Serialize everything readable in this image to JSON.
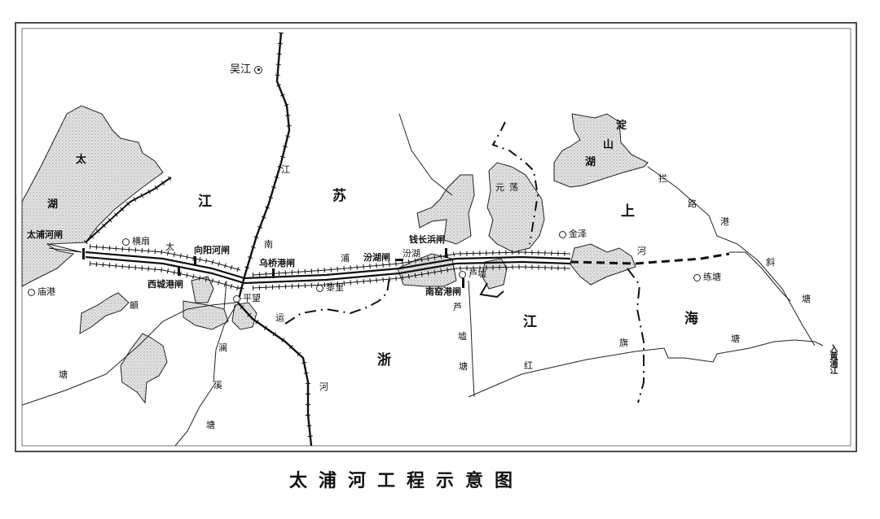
{
  "title": "太浦河工程示意图",
  "map": {
    "provinces": {
      "jiang": "江",
      "su": "苏",
      "shang": "上",
      "hai": "海",
      "zhe": "浙",
      "jiang2": "江"
    },
    "lakes": {
      "taihu": [
        "太",
        "湖"
      ],
      "dianshanhu": [
        "淀",
        "山",
        "湖"
      ],
      "yuandang": "元荡",
      "fenhu": "汾湖"
    },
    "cities": {
      "wujiang": "吴江"
    },
    "towns": {
      "hengshan": "横扇",
      "miaogang": "庙港",
      "pingwang": "平望",
      "lili": "黎里",
      "lucheng": "芦墟",
      "jinze": "金泽",
      "liantang": "练塘"
    },
    "sluices": {
      "taipuhe": "太浦河闸",
      "xiangyanghe": "向阳河闸",
      "xichenggang": "西城港闸",
      "wuqiaogang": "乌桥港闸",
      "fenhu": "汾湖闸",
      "qianchangbang": "钱长浜闸",
      "nanyaogang": "南窑港闸"
    },
    "rivers": {
      "taipu": [
        "太",
        "浦",
        "河"
      ],
      "jiangnan_canal": [
        "江",
        "南",
        "运",
        "河"
      ],
      "dunyu": [
        "頔"
      ],
      "lantang": [
        "澜",
        "溪",
        "塘"
      ],
      "luxutang": [
        "芦",
        "墟",
        "塘"
      ],
      "hongqitang": [
        "红",
        "旗",
        "塘"
      ],
      "lanlugang": [
        "拦",
        "路",
        "港"
      ],
      "xietang": [
        "斜",
        "塘"
      ],
      "dunyu_tang": "塘",
      "huangpu_entry": "入黄浦江"
    }
  }
}
